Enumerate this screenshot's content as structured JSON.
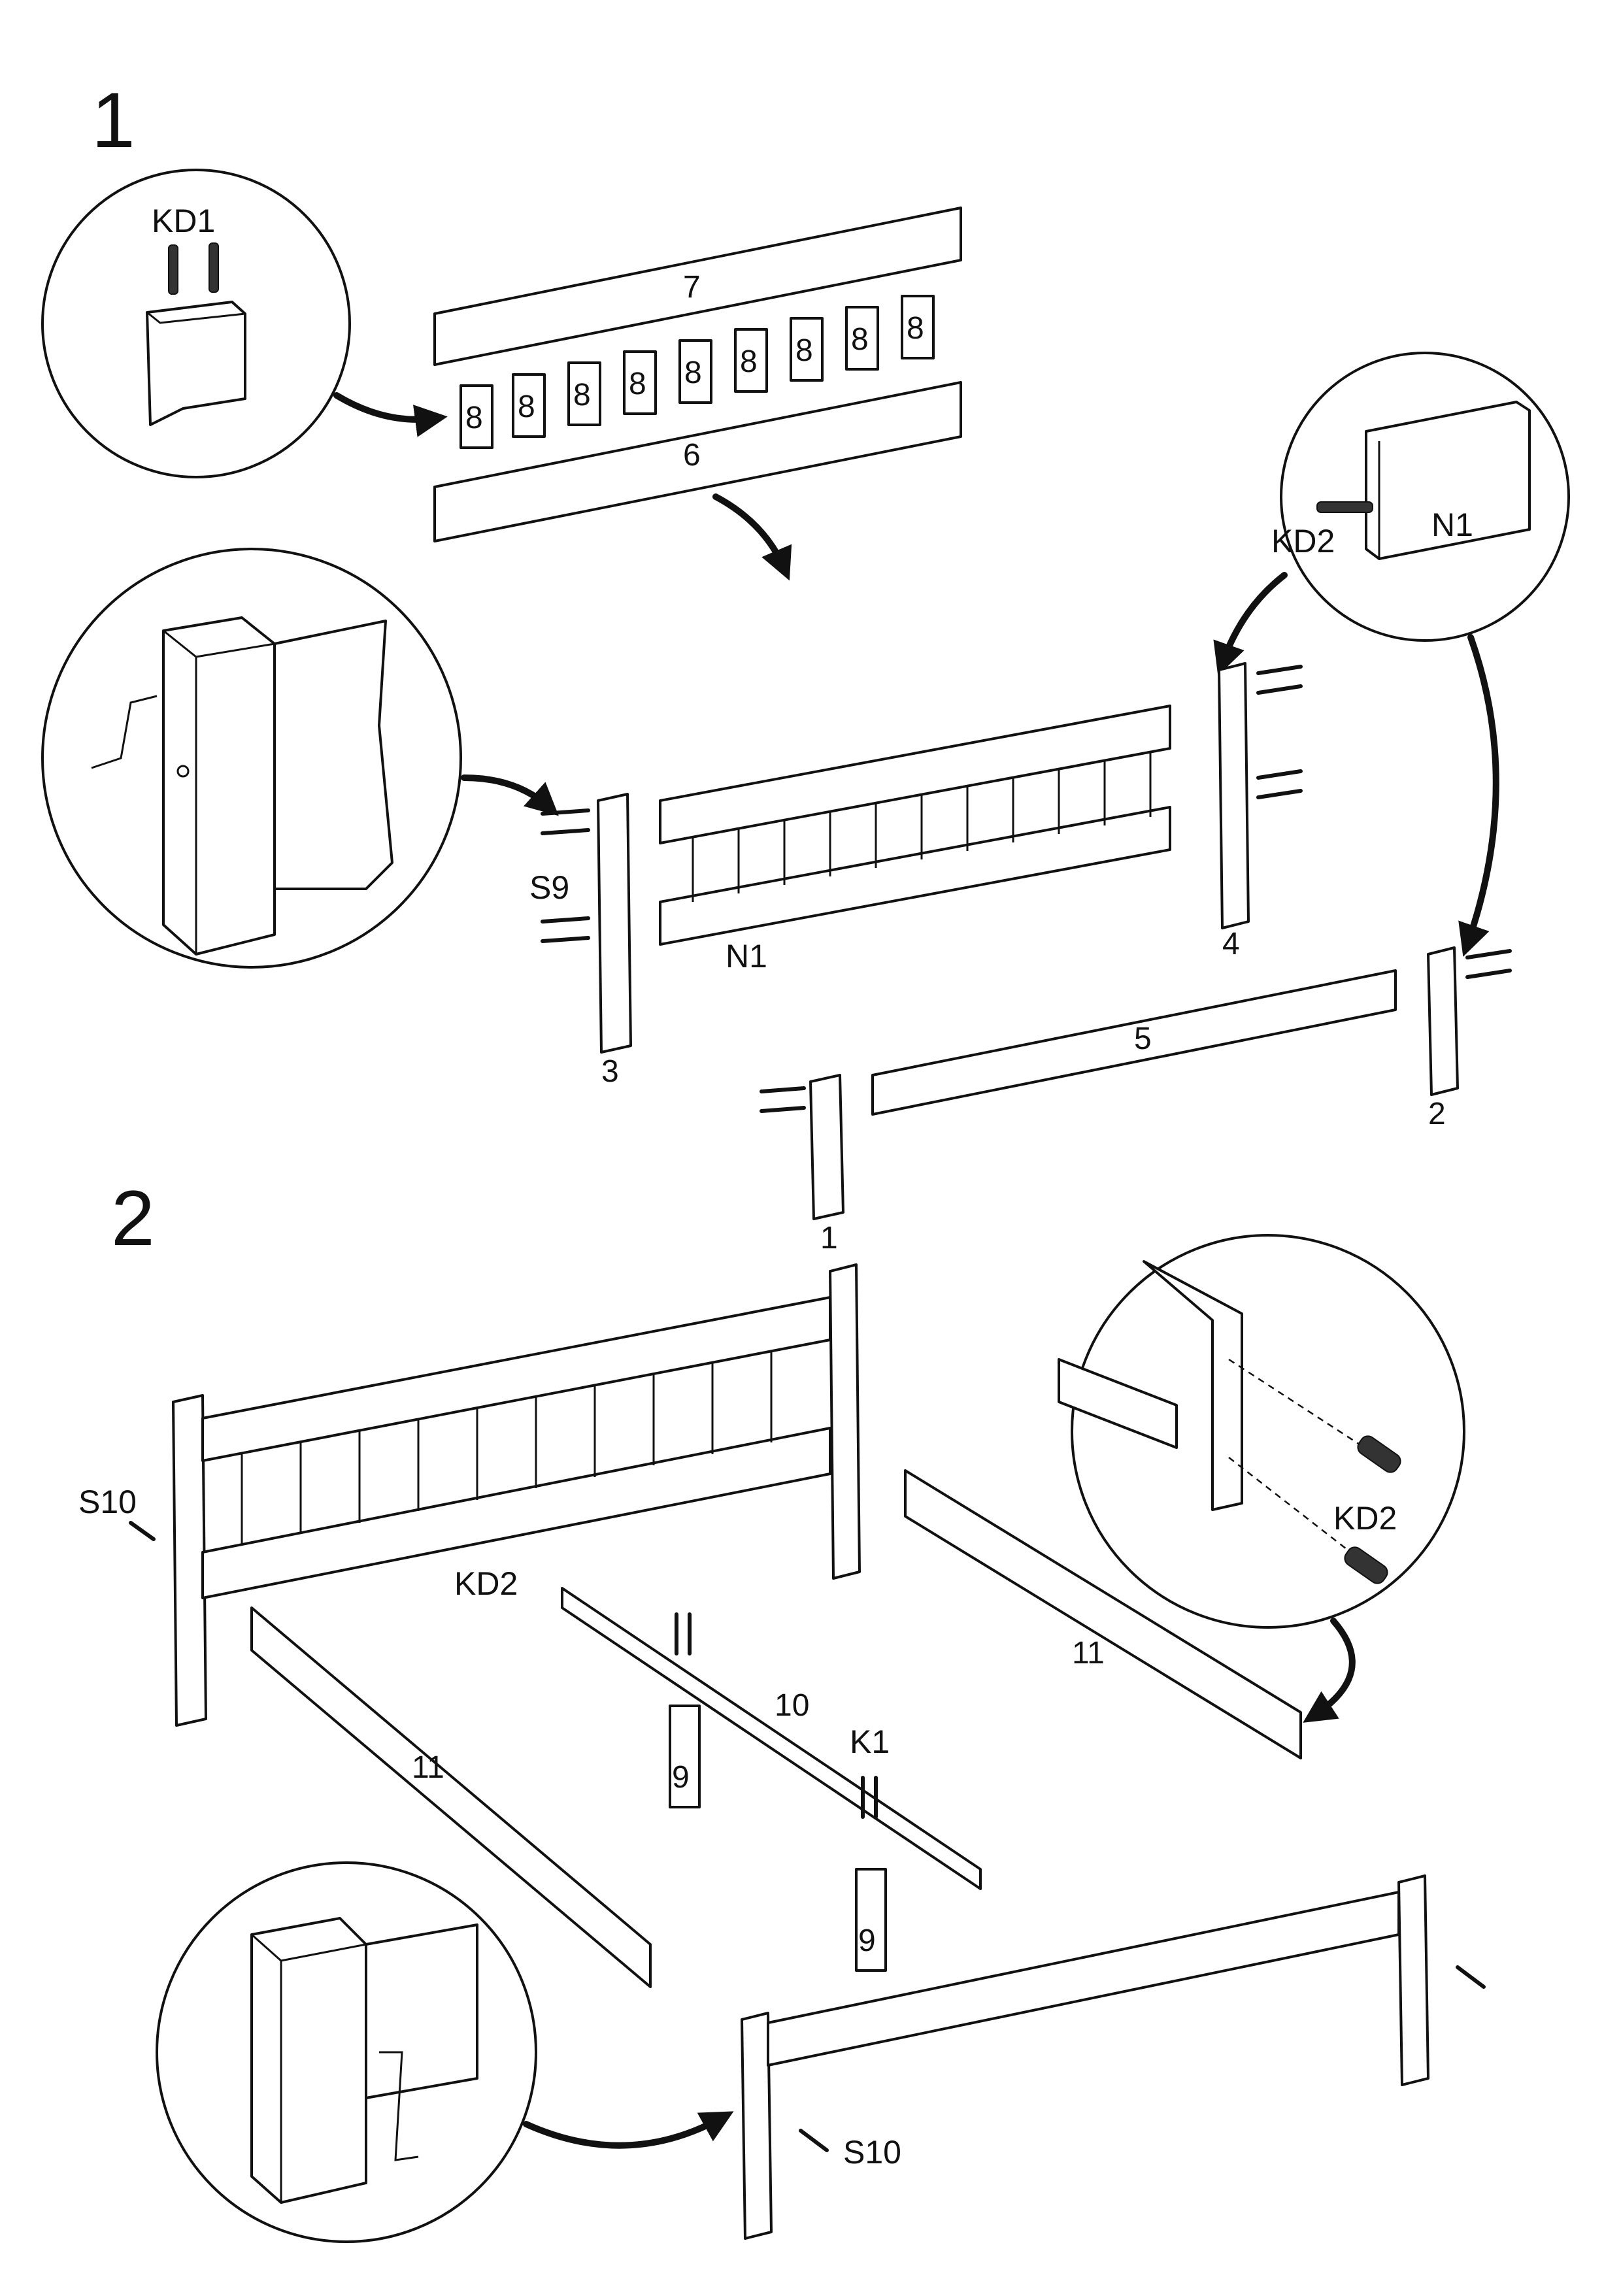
{
  "steps": [
    {
      "number": "1"
    },
    {
      "number": "2"
    }
  ],
  "labels": {
    "kd1": "KD1",
    "kd2": "KD2",
    "n1": "N1",
    "s9": "S9",
    "s10": "S10",
    "k1": "K1"
  },
  "part_numbers": {
    "p1": "1",
    "p2": "2",
    "p3": "3",
    "p4": "4",
    "p5": "5",
    "p6": "6",
    "p7": "7",
    "p8": "8",
    "p9": "9",
    "p10": "10",
    "p11": "11"
  }
}
